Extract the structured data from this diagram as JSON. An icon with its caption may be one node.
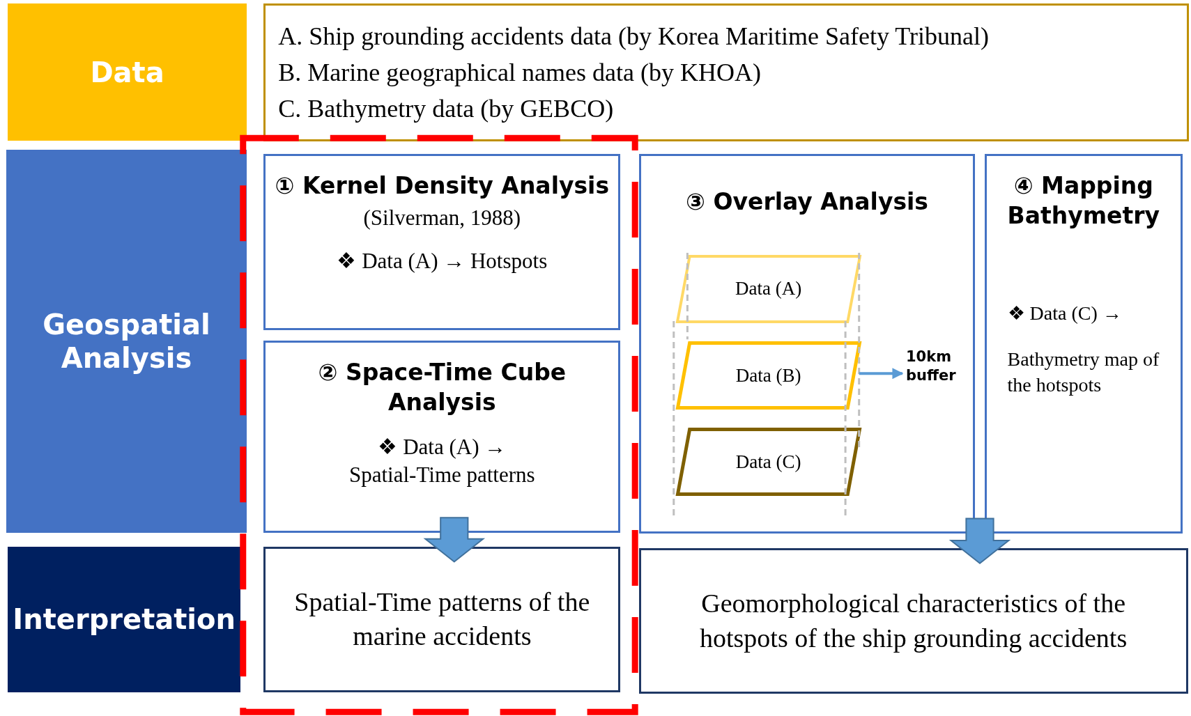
{
  "diagram": {
    "nodes": [
      {
        "text": [
          "Data"
        ]
      },
      {
        "text": [
          "A. Ship grounding accidents data (by Korea Maritime Safety Tribunal)",
          "B. Marine geographical names data (by KHOA)",
          "C. Bathymetry data (by GEBCO)"
        ]
      },
      {
        "text": [
          "Geospatial Analysis"
        ]
      },
      {
        "text": [
          "① Kernel Density Analysis",
          "(Silverman, 1988)",
          "❖ Data (A) → Hotspots"
        ]
      },
      {
        "text": [
          "② Space-Time Cube Analysis",
          "❖ Data (A) →",
          "Spatial-Time patterns"
        ]
      },
      {
        "text": [
          "③ Overlay Analysis"
        ]
      },
      {
        "text": [
          "Data (A)"
        ],
        "in": 5
      },
      {
        "text": [
          "Data (B)"
        ],
        "in": 5
      },
      {
        "text": [
          "Data (C)"
        ],
        "in": 5
      },
      {
        "text": [
          "10km buffer"
        ],
        "in": 5
      },
      {
        "text": [
          "④ Mapping Bathymetry",
          "❖ Data (C) →",
          "Bathymetry map of the hotspots"
        ]
      },
      {
        "text": [
          "Interpretation"
        ]
      },
      {
        "text": [
          "Spatial-Time patterns of the marine accidents"
        ]
      },
      {
        "text": [
          "Geomorphological characteristics of the hotspots of the ship grounding accidents"
        ]
      }
    ],
    "edges": [
      {
        "from": 4,
        "to": 12,
        "arrow": "to"
      },
      {
        "from": 5,
        "to": 13,
        "arrow": "to"
      },
      {
        "from": 10,
        "to": 13,
        "arrow": "to"
      },
      {
        "from": 7,
        "to": 9,
        "arrow": "to"
      }
    ]
  }
}
